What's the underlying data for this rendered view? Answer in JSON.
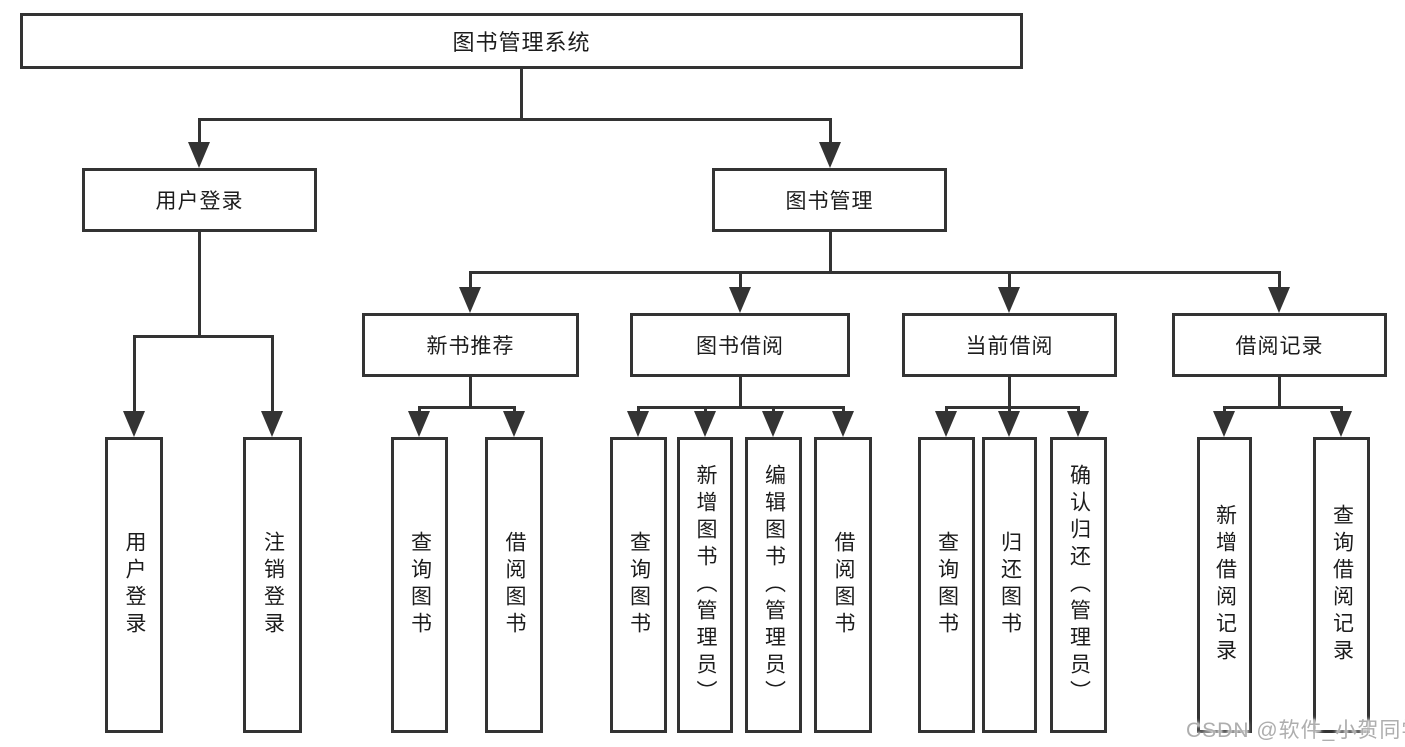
{
  "title": "图书管理系统",
  "watermark": "CSDN @软件_小贺同学",
  "colors": {
    "line": "#333333",
    "text": "#1c1c1c",
    "watermark": "#aeaeae",
    "background": "#ffffff"
  },
  "tree": {
    "root": "图书管理系统",
    "branches": [
      {
        "label": "用户登录",
        "children": [
          "用户登录",
          "注销登录"
        ]
      },
      {
        "label": "图书管理",
        "groups": [
          {
            "label": "新书推荐",
            "children": [
              "查询图书",
              "借阅图书"
            ]
          },
          {
            "label": "图书借阅",
            "children": [
              "查询图书",
              "新增图书（管理员）",
              "编辑图书（管理员）",
              "借阅图书"
            ]
          },
          {
            "label": "当前借阅",
            "children": [
              "查询图书",
              "归还图书",
              "确认归还（管理员）"
            ]
          },
          {
            "label": "借阅记录",
            "children": [
              "新增借阅记录",
              "查询借阅记录"
            ]
          }
        ]
      }
    ]
  }
}
